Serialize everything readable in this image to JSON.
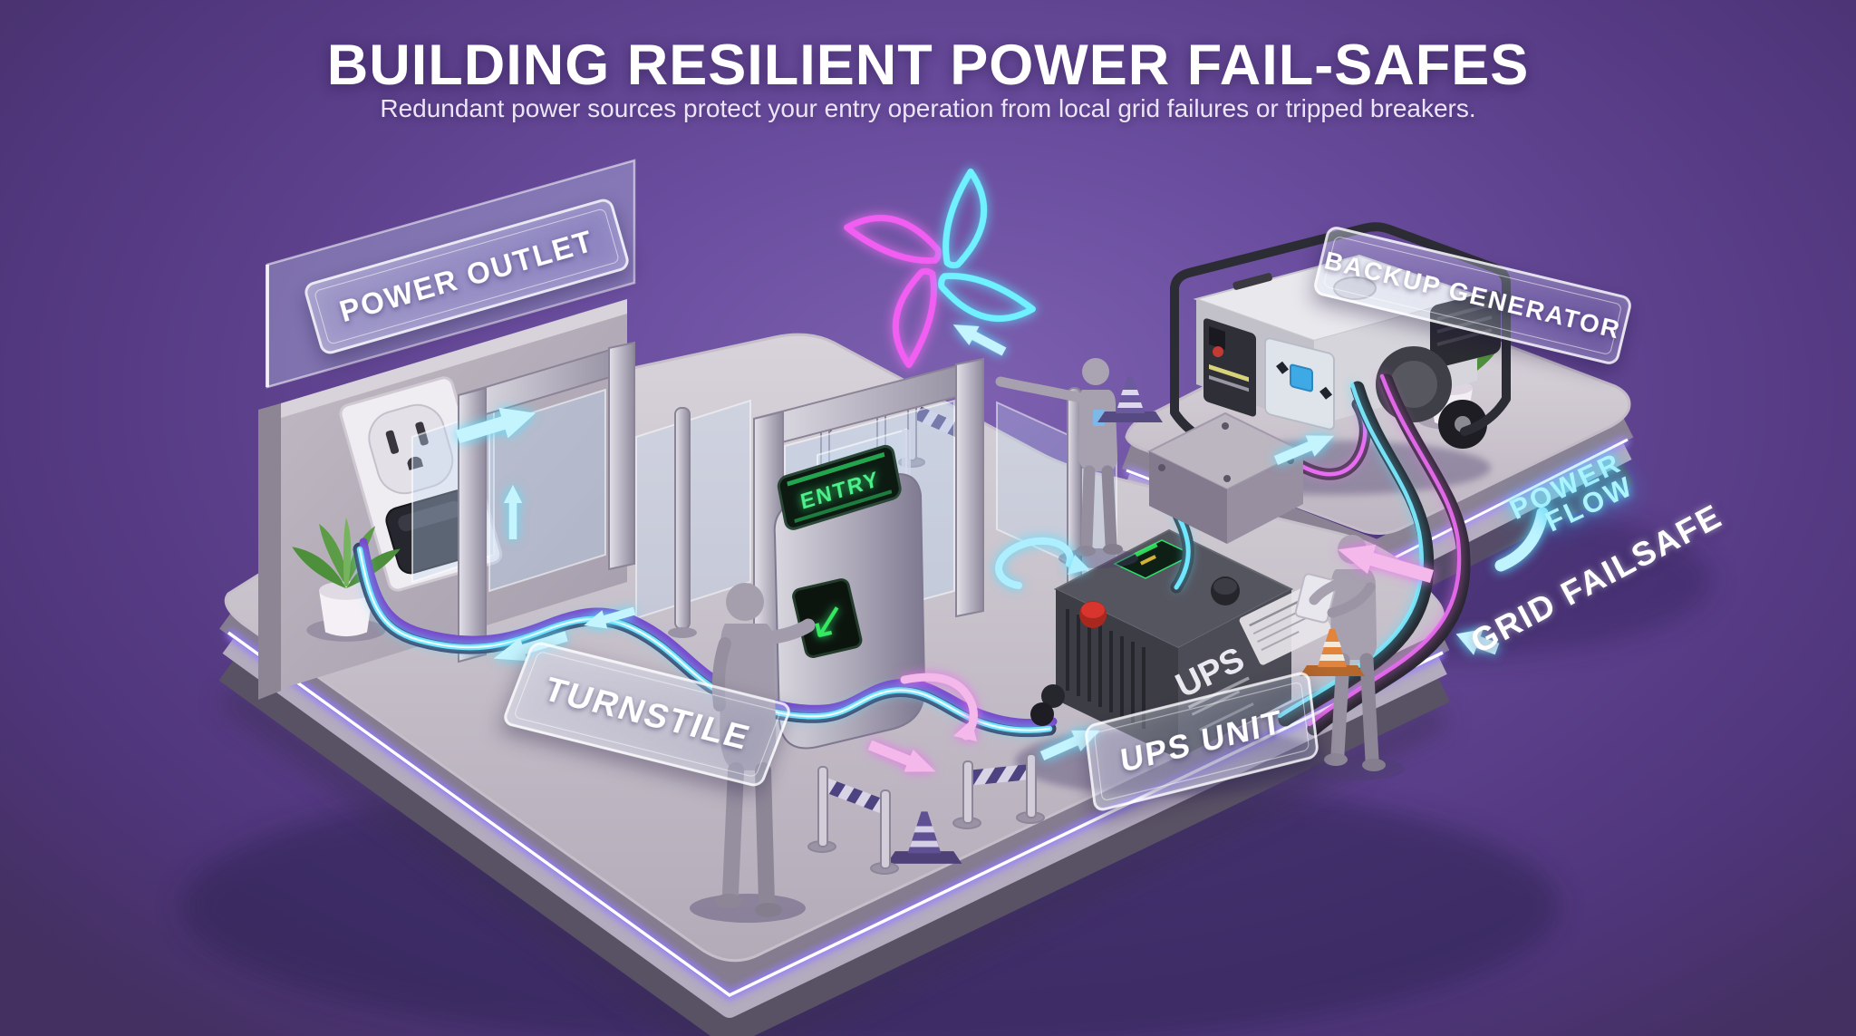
{
  "header": {
    "title": "BUILDING RESILIENT POWER FAIL-SAFES",
    "subtitle": "Redundant power sources protect your entry operation from local grid failures or tripped breakers."
  },
  "signs": {
    "power_outlet": "POWER OUTLET",
    "turnstile": "TURNSTILE",
    "ups_unit": "UPS UNIT",
    "backup_generator": "BACKUP GENERATOR"
  },
  "flow": {
    "power_flow_line1": "POWER",
    "power_flow_line2": "FLOW",
    "grid_failsafe": "GRID FAILSAFE"
  },
  "devices": {
    "ups_side_label": "UPS",
    "entry_screen_text": "ENTRY"
  },
  "icons": {
    "entry_arrow_icon": "↙",
    "butterfly_logo": "four-petal neon butterfly"
  },
  "colors": {
    "background_center": "#7d61b0",
    "background_edge": "#443061",
    "neon_cyan": "#7deaff",
    "neon_magenta": "#f25df2",
    "neon_purple": "#a78cff",
    "arrow_pink": "#f2b0e8",
    "platform_top": "#cdc7cf",
    "platform_side": "#857c90",
    "screen_green": "#35e862",
    "title_color": "#ffffff"
  }
}
